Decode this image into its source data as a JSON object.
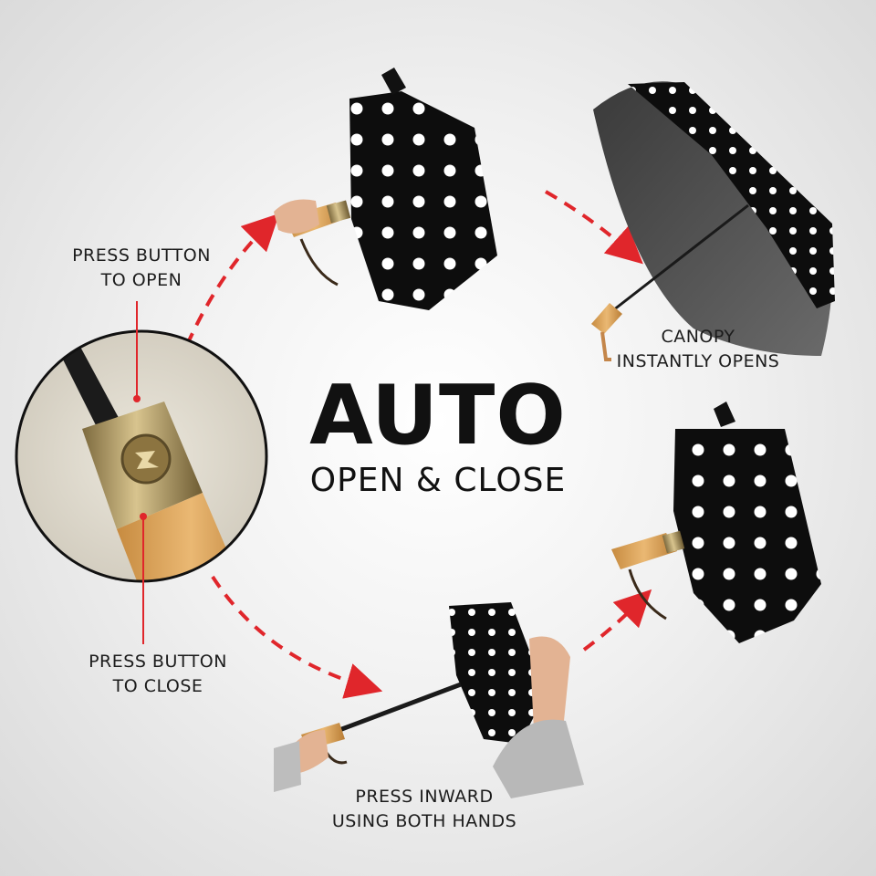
{
  "headline": {
    "title": "AUTO",
    "subtitle": "OPEN & CLOSE"
  },
  "captions": {
    "press_open": [
      "PRESS BUTTON",
      "TO OPEN"
    ],
    "press_close": [
      "PRESS BUTTON",
      "TO CLOSE"
    ],
    "canopy": [
      "CANOPY",
      "INSTANTLY OPENS"
    ],
    "inward": [
      "PRESS INWARD",
      "USING BOTH HANDS"
    ]
  },
  "colors": {
    "arrow": "#e0262b",
    "canopy": "#0d0d0d",
    "dots": "#ffffff",
    "wood": "#d9a35a",
    "metal": "#b59a5f",
    "marker": "#e0262b"
  }
}
